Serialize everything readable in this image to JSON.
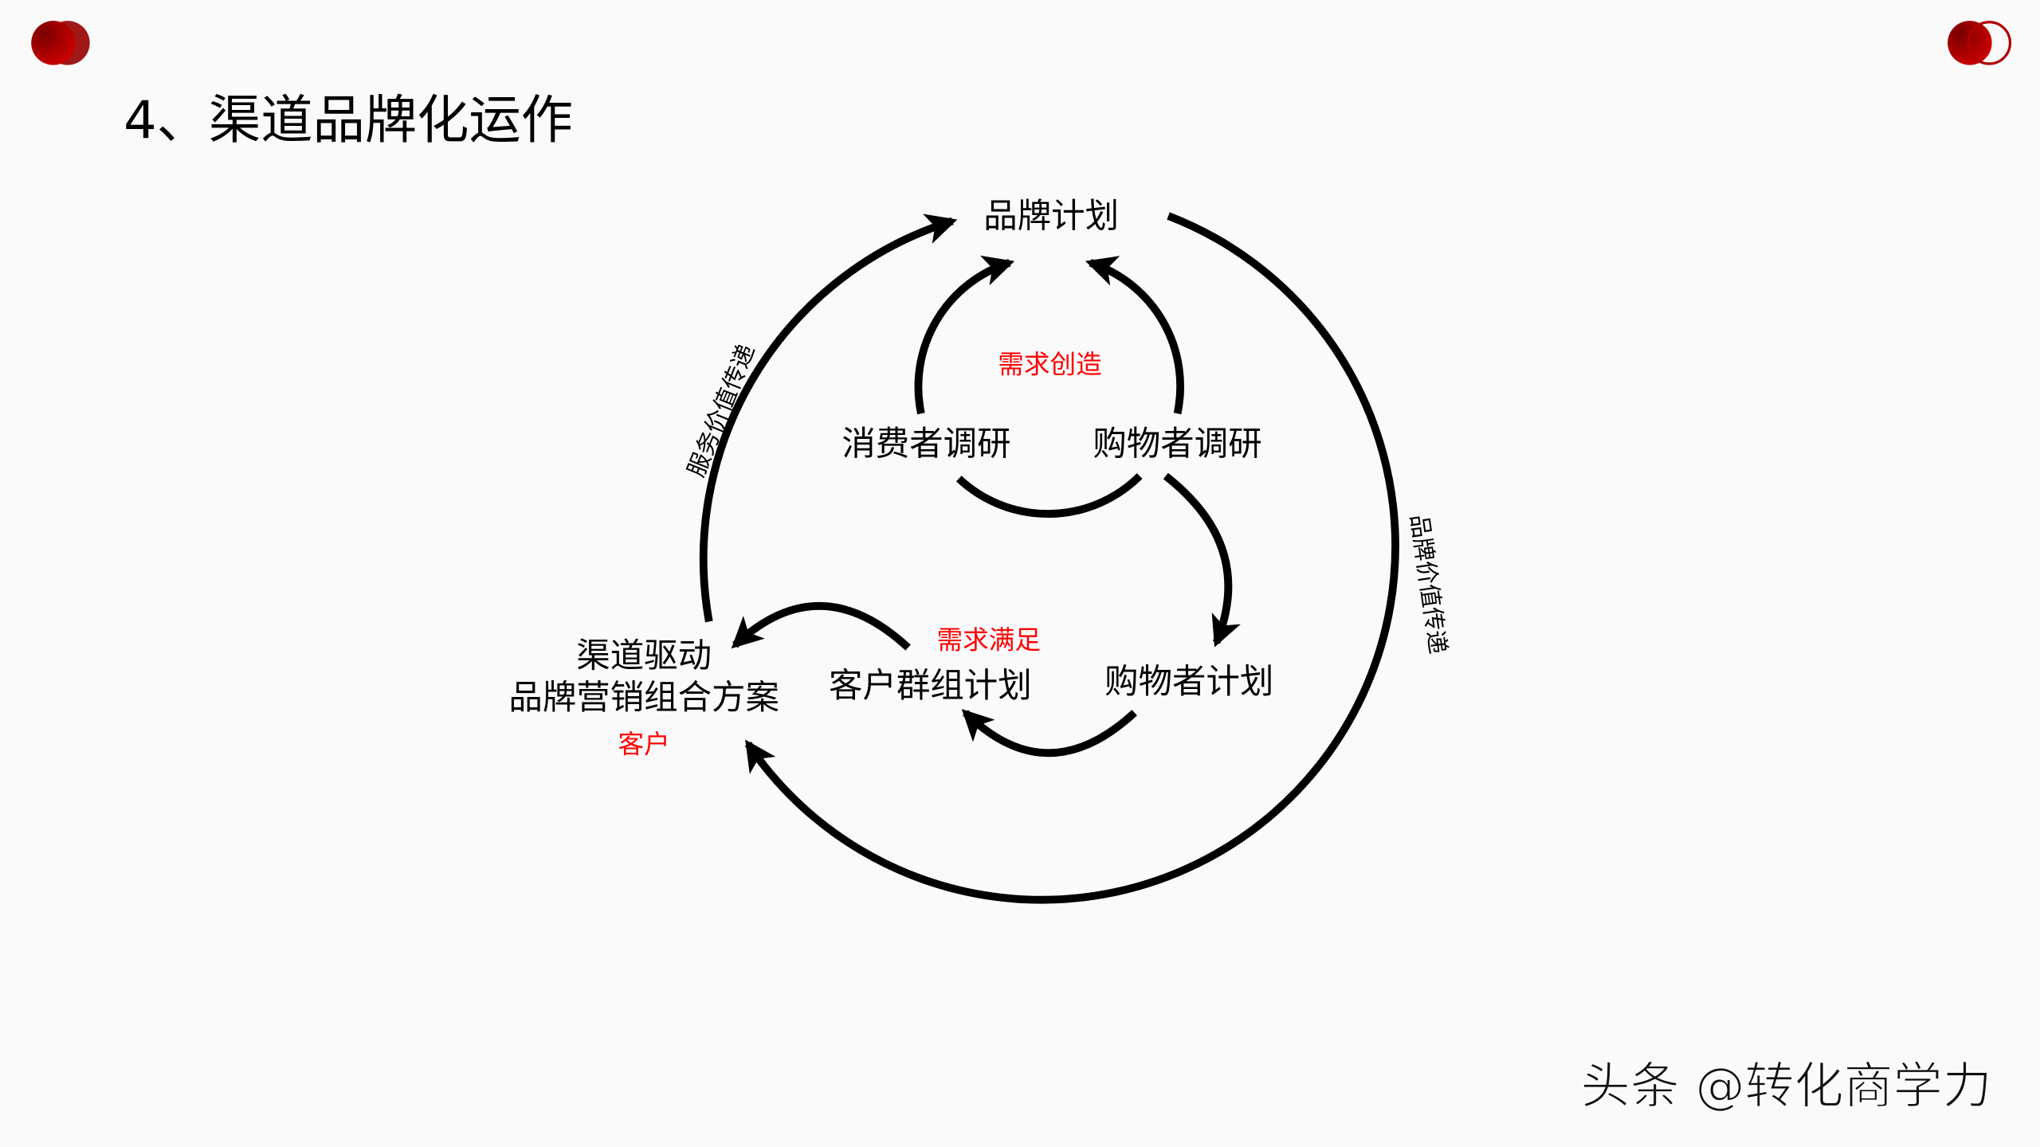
{
  "title": "4、渠道品牌化运作",
  "colors": {
    "accent": "#c00000",
    "highlight_text": "#ff0000",
    "line": "#000000",
    "background": "#fafafa"
  },
  "diagram": {
    "nodes": {
      "brand_plan": "品牌计划",
      "consumer_research": "消费者调研",
      "shopper_research": "购物者调研",
      "shopper_plan": "购物者计划",
      "customer_group_plan": "客户群组计划",
      "channel_line1": "渠道驱动",
      "channel_line2": "品牌营销组合方案",
      "customer": "客户"
    },
    "labels": {
      "demand_creation": "需求创造",
      "demand_fulfillment": "需求满足",
      "service_value": "服务价值传递",
      "brand_value": "品牌价值传递"
    },
    "edges": [
      {
        "from": "channel",
        "to": "brand_plan",
        "label": "服务价值传递"
      },
      {
        "from": "brand_plan",
        "to": "channel",
        "label": "品牌价值传递"
      },
      {
        "from": "consumer_research",
        "to": "brand_plan"
      },
      {
        "from": "shopper_research",
        "to": "brand_plan"
      },
      {
        "from": "consumer_research",
        "to": "shopper_research"
      },
      {
        "from": "shopper_research",
        "to": "shopper_plan"
      },
      {
        "from": "shopper_plan",
        "to": "customer_group_plan"
      },
      {
        "from": "customer_group_plan",
        "to": "channel"
      }
    ]
  },
  "watermark": "头条 @转化商学力",
  "logos": [
    "logo-left",
    "logo-right"
  ]
}
